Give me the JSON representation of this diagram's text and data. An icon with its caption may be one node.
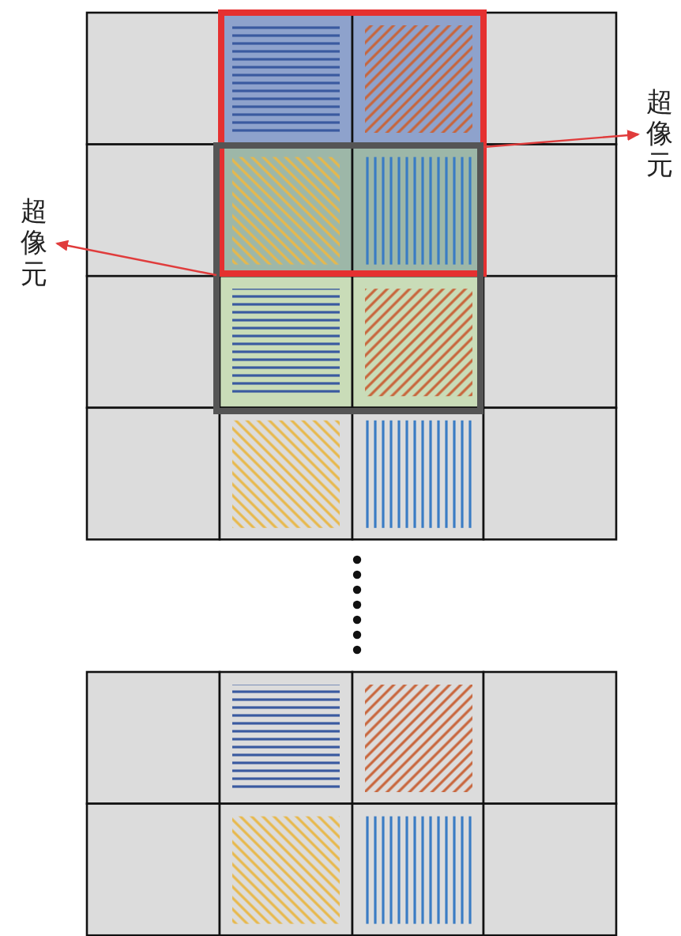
{
  "diagram": {
    "nodes": [
      {
        "text": [
          "超像元"
        ]
      },
      {
        "text": [
          "超像元"
        ]
      },
      {
        "text": [],
        "shape": "box"
      },
      {
        "text": [],
        "shape": "box"
      }
    ],
    "edges": [
      {
        "from": 2,
        "to": 0,
        "arrow": "to"
      },
      {
        "from": 3,
        "to": 1,
        "arrow": "to"
      }
    ]
  }
}
